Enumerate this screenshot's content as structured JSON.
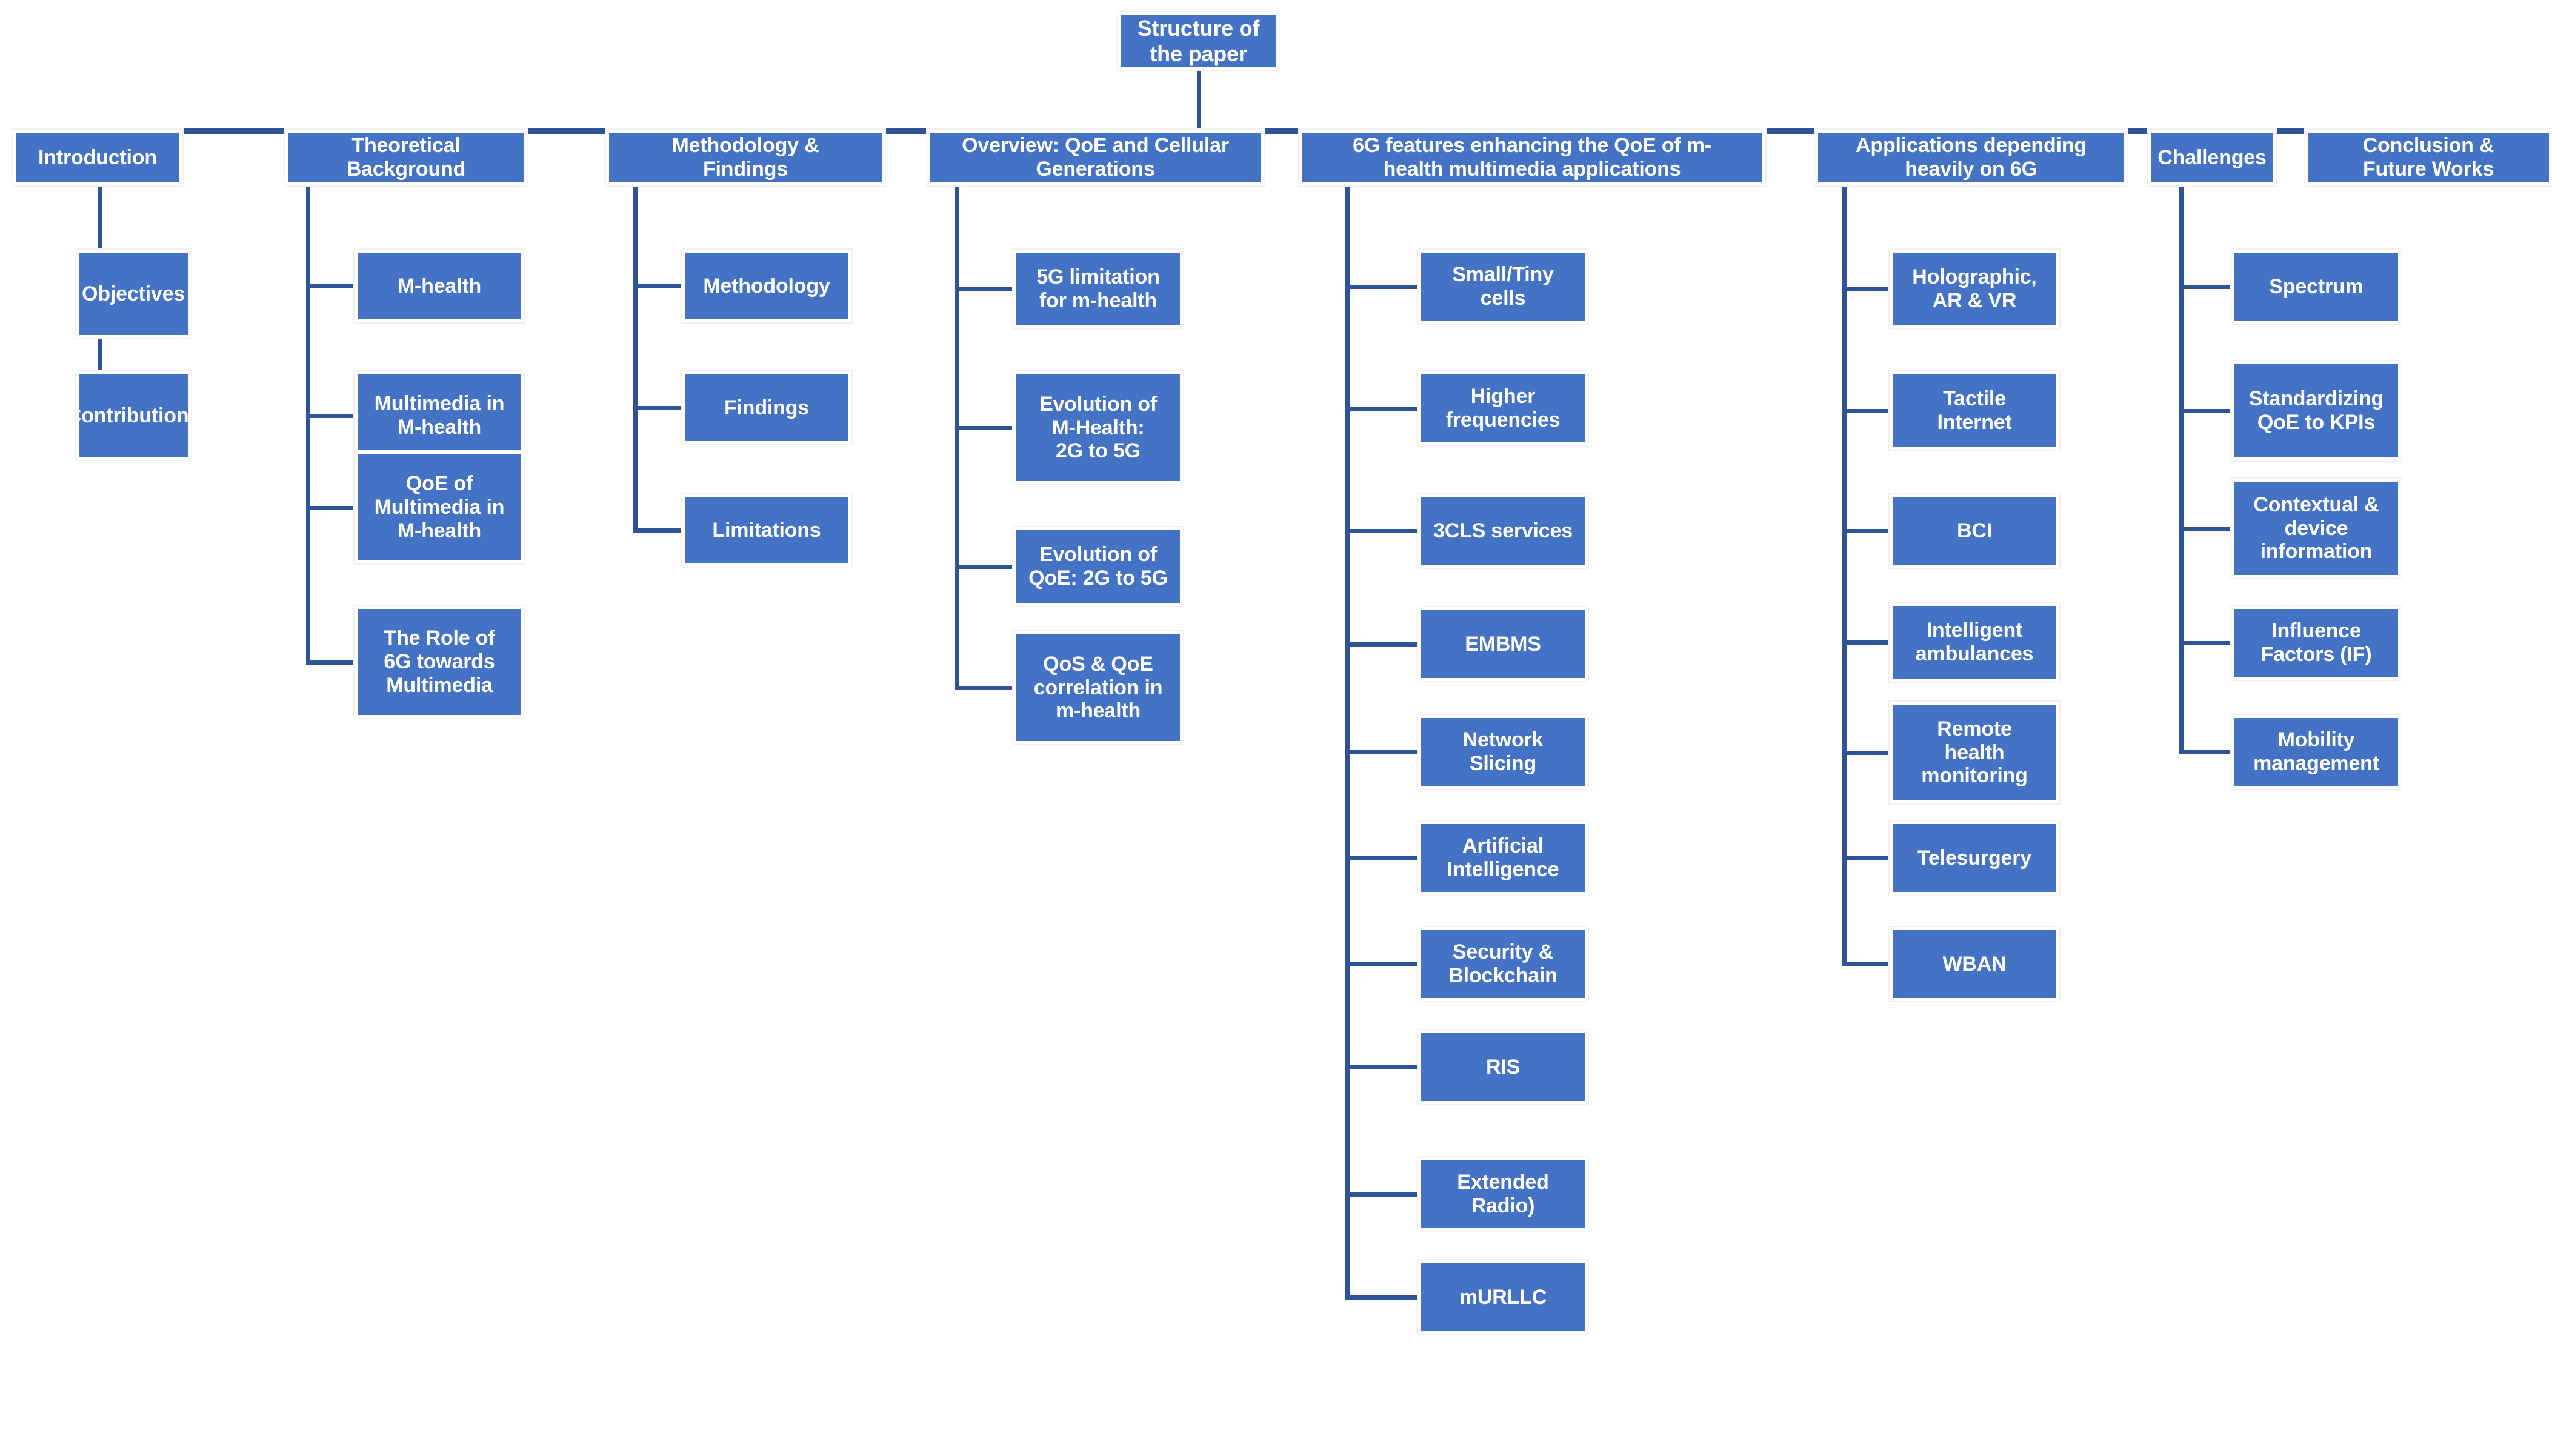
{
  "diagram": {
    "title": "Structure of the paper",
    "type": "organizational-tree",
    "colors": {
      "node_fill": "#4472C4",
      "node_text": "#FFFFFF",
      "connector": "#2E5496",
      "background": "#FFFFFF",
      "node_border": "#FFFFFF"
    },
    "root": {
      "label": "Structure of the paper"
    },
    "branches": [
      {
        "label": "Introduction",
        "children": [
          {
            "label": "Objectives"
          },
          {
            "label": "Contributions"
          }
        ]
      },
      {
        "label": "Theoretical Background",
        "children": [
          {
            "label": "M-health"
          },
          {
            "label": "Multimedia in\nM-health"
          },
          {
            "label": "QoE of\nMultimedia in\nM-health"
          },
          {
            "label": "The Role of\n6G towards\nMultimedia"
          }
        ]
      },
      {
        "label": "Methodology &\nFindings",
        "children": [
          {
            "label": "Methodology"
          },
          {
            "label": "Findings"
          },
          {
            "label": "Limitations"
          }
        ]
      },
      {
        "label": "Overview: QoE and Cellular\nGenerations",
        "children": [
          {
            "label": "5G limitation\nfor m-health"
          },
          {
            "label": "Evolution of\nM-Health:\n2G to 5G"
          },
          {
            "label": "Evolution of\nQoE: 2G to 5G"
          },
          {
            "label": "QoS & QoE\ncorrelation in\nm-health"
          }
        ]
      },
      {
        "label": "6G features enhancing the QoE  of m-\nhealth multimedia applications",
        "children": [
          {
            "label": "Small/Tiny\ncells"
          },
          {
            "label": "Higher\nfrequencies"
          },
          {
            "label": "3CLS services"
          },
          {
            "label": "EMBMS"
          },
          {
            "label": "Network\nSlicing"
          },
          {
            "label": "Artificial\nIntelligence"
          },
          {
            "label": "Security &\nBlockchain"
          },
          {
            "label": "RIS"
          },
          {
            "label": "Extended\nRadio)"
          },
          {
            "label": "mURLLC"
          }
        ]
      },
      {
        "label": "Applications depending\nheavily on 6G",
        "children": [
          {
            "label": "Holographic,\nAR & VR"
          },
          {
            "label": "Tactile\nInternet"
          },
          {
            "label": "BCI"
          },
          {
            "label": "Intelligent\nambulances"
          },
          {
            "label": "Remote\nhealth\nmonitoring"
          },
          {
            "label": "Telesurgery"
          },
          {
            "label": "WBAN"
          }
        ]
      },
      {
        "label": "Challenges",
        "children": [
          {
            "label": "Spectrum"
          },
          {
            "label": "Standardizing\nQoE to KPIs"
          },
          {
            "label": "Contextual &\ndevice\ninformation"
          },
          {
            "label": "Influence\nFactors (IF)"
          },
          {
            "label": "Mobility\nmanagement"
          }
        ]
      },
      {
        "label": "Conclusion &\nFuture Works",
        "children": []
      }
    ]
  }
}
